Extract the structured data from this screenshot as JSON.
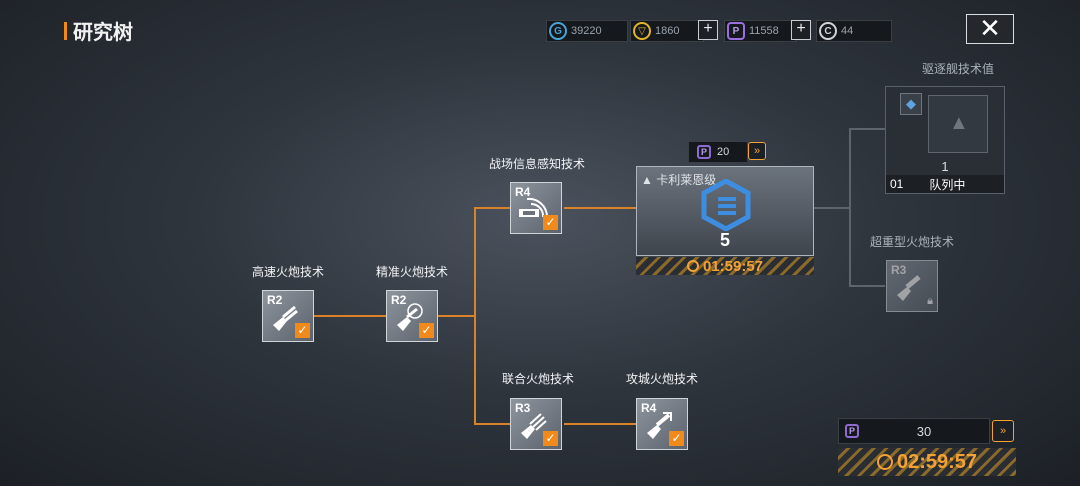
{
  "header": {
    "title": "研究树"
  },
  "resources": [
    {
      "icon": "credit-icon",
      "value": "39220",
      "color": "#4aa3d6"
    },
    {
      "icon": "gold-coin-icon",
      "value": "1860",
      "color": "#e0b52a"
    },
    {
      "icon": "purple-chip-icon",
      "value": "11558",
      "color": "#9b6fe0"
    },
    {
      "icon": "steel-icon",
      "value": "44",
      "color": "#cfd4d9"
    }
  ],
  "tree": {
    "nodes": {
      "high_speed": {
        "label": "高速火炮技术",
        "rank": "R2"
      },
      "precision": {
        "label": "精准火炮技术",
        "rank": "R2"
      },
      "battlefield": {
        "label": "战场信息感知技术",
        "rank": "R4"
      },
      "combined": {
        "label": "联合火炮技术",
        "rank": "R3"
      },
      "siege": {
        "label": "攻城火炮技术",
        "rank": "R4"
      },
      "super_heavy": {
        "label": "超重型火炮技术",
        "rank": "R3"
      }
    },
    "ship_card": {
      "name": "卡利莱恩级",
      "level": "5",
      "cost": "20",
      "timer": "01:59:57"
    },
    "queue_panel": {
      "title": "驱逐舰技术值",
      "count": "1",
      "slot": "01",
      "status": "队列中"
    }
  },
  "bottom_panel": {
    "cost": "30",
    "timer": "02:59:57"
  },
  "colors": {
    "accent": "#f08a1a",
    "line_active": "#d8822a",
    "line_inactive": "#5d646d"
  }
}
